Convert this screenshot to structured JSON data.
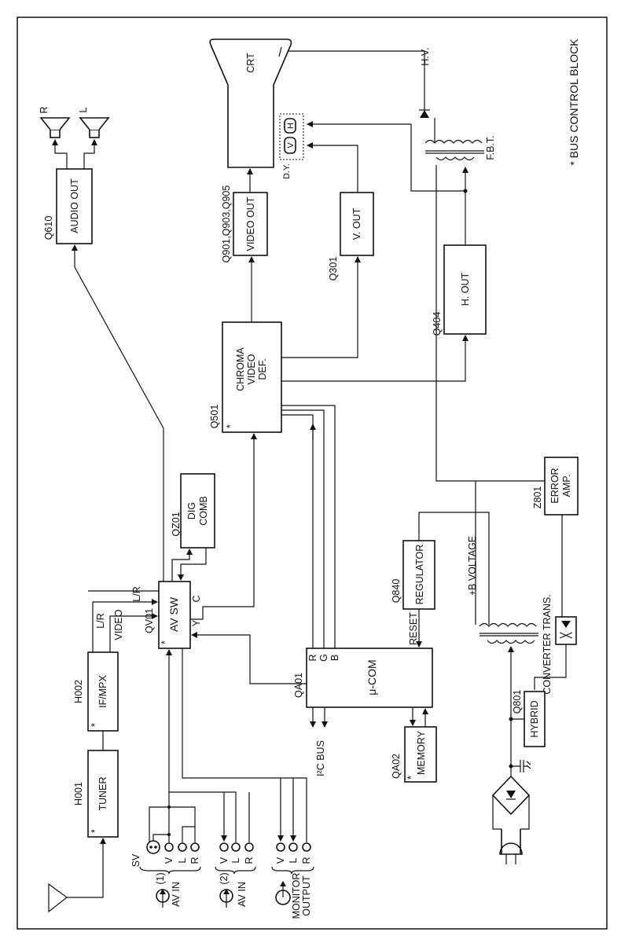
{
  "title": "* BUS CONTROL BLOCK",
  "blocks": {
    "tuner": {
      "ref": "H001",
      "label": "TUNER",
      "star": "*"
    },
    "ifmpx": {
      "ref": "H002",
      "label": "IF/MPX",
      "star": "*"
    },
    "avsw": {
      "ref": "QV01",
      "label": "AV SW",
      "star": "*",
      "pin_c": "C",
      "pin_y": "Y",
      "in_lr": "L/R"
    },
    "digcomb": {
      "ref": "QZ01",
      "line1": "DIG",
      "line2": "COMB"
    },
    "chroma": {
      "ref": "Q501",
      "line1": "CHROMA",
      "line2": "VIDEO",
      "line3": "DEF.",
      "star": "*"
    },
    "videoout": {
      "ref": "Q901,Q903,Q905",
      "label": "VIDEO OUT"
    },
    "vout": {
      "ref": "Q301",
      "label": "V. OUT"
    },
    "hout": {
      "ref": "Q404",
      "label": "H. OUT"
    },
    "audioout": {
      "ref": "Q610",
      "label": "AUDIO OUT"
    },
    "crt": {
      "label": "CRT"
    },
    "mcom": {
      "ref": "QA01",
      "label": "μ-COM",
      "pin_r": "R",
      "pin_g": "G",
      "pin_b": "B"
    },
    "memory": {
      "ref": "QA02",
      "label": "MEMORY",
      "star": "*"
    },
    "regulator": {
      "ref": "Q840",
      "label": "REGULATOR"
    },
    "erroramp": {
      "ref": "Z801",
      "line1": "ERROR",
      "line2": "AMP."
    },
    "hybrid": {
      "ref": "Q801",
      "label": "HYBRID"
    }
  },
  "signals": {
    "lr": "L/R",
    "video": "VIDEO",
    "i2c": "I²C BUS",
    "reset": "RESET",
    "bvoltage": "+B VOLTAGE",
    "converter": "CONVERTER TRANS.",
    "hv": "H.V.",
    "fbt": "F.B.T.",
    "dy": "D.Y.",
    "dy_v": "V",
    "dy_h": "H"
  },
  "speakers": {
    "right": "R",
    "left": "L"
  },
  "connectors": {
    "av1": {
      "sv": "SV",
      "v": "V",
      "l": "L",
      "r": "R",
      "num": "(1)",
      "label": "AV IN"
    },
    "av2": {
      "v": "V",
      "l": "L",
      "r": "R",
      "num": "(2)",
      "label": "AV IN"
    },
    "monitor": {
      "v": "V",
      "l": "L",
      "r": "R",
      "line1": "MONITOR",
      "line2": "OUTPUT"
    }
  }
}
